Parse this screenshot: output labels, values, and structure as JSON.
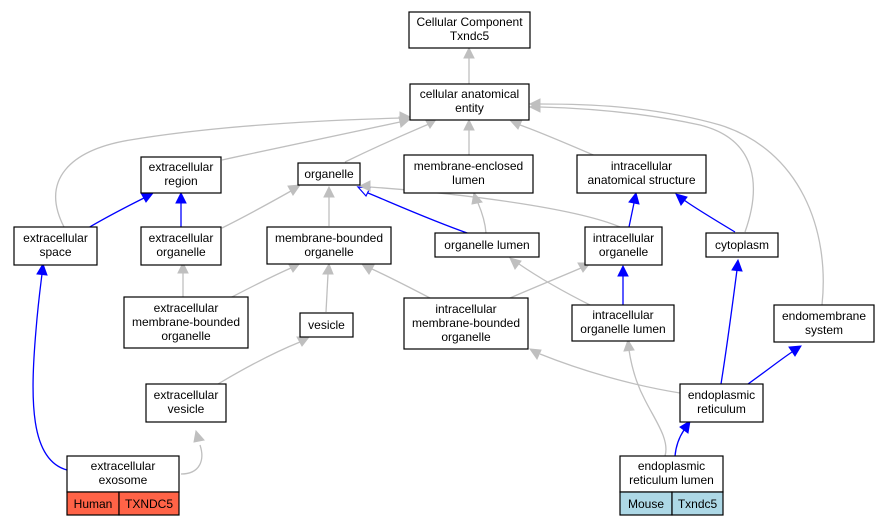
{
  "nodes": {
    "root": {
      "line1": "Cellular Component",
      "line2": "Txndc5"
    },
    "cellular_anatomical_entity": {
      "line1": "cellular anatomical",
      "line2": "entity"
    },
    "extracellular_region": {
      "line1": "extracellular",
      "line2": "region"
    },
    "organelle": {
      "line1": "organelle"
    },
    "membrane_enclosed_lumen": {
      "line1": "membrane-enclosed",
      "line2": "lumen"
    },
    "intracellular_anatomical_structure": {
      "line1": "intracellular",
      "line2": "anatomical structure"
    },
    "extracellular_space": {
      "line1": "extracellular",
      "line2": "space"
    },
    "extracellular_organelle": {
      "line1": "extracellular",
      "line2": "organelle"
    },
    "membrane_bounded_organelle": {
      "line1": "membrane-bounded",
      "line2": "organelle"
    },
    "organelle_lumen": {
      "line1": "organelle lumen"
    },
    "intracellular_organelle": {
      "line1": "intracellular",
      "line2": "organelle"
    },
    "cytoplasm": {
      "line1": "cytoplasm"
    },
    "extracellular_membrane_bounded_organelle": {
      "line1": "extracellular",
      "line2": "membrane-bounded",
      "line3": "organelle"
    },
    "vesicle": {
      "line1": "vesicle"
    },
    "intracellular_membrane_bounded_organelle": {
      "line1": "intracellular",
      "line2": "membrane-bounded",
      "line3": "organelle"
    },
    "intracellular_organelle_lumen": {
      "line1": "intracellular",
      "line2": "organelle lumen"
    },
    "endomembrane_system": {
      "line1": "endomembrane",
      "line2": "system"
    },
    "extracellular_vesicle": {
      "line1": "extracellular",
      "line2": "vesicle"
    },
    "endoplasmic_reticulum": {
      "line1": "endoplasmic",
      "line2": "reticulum"
    },
    "extracellular_exosome": {
      "line1": "extracellular",
      "line2": "exosome",
      "species": "Human",
      "gene": "TXNDC5"
    },
    "er_lumen": {
      "line1": "endoplasmic",
      "line2": "reticulum lumen",
      "species": "Mouse",
      "gene": "Txndc5"
    }
  },
  "colors": {
    "human_annotation": "#ff6347",
    "mouse_annotation": "#add8e6",
    "is_a_edge": "#bfbfbf",
    "part_of_edge": "#0000ff"
  }
}
